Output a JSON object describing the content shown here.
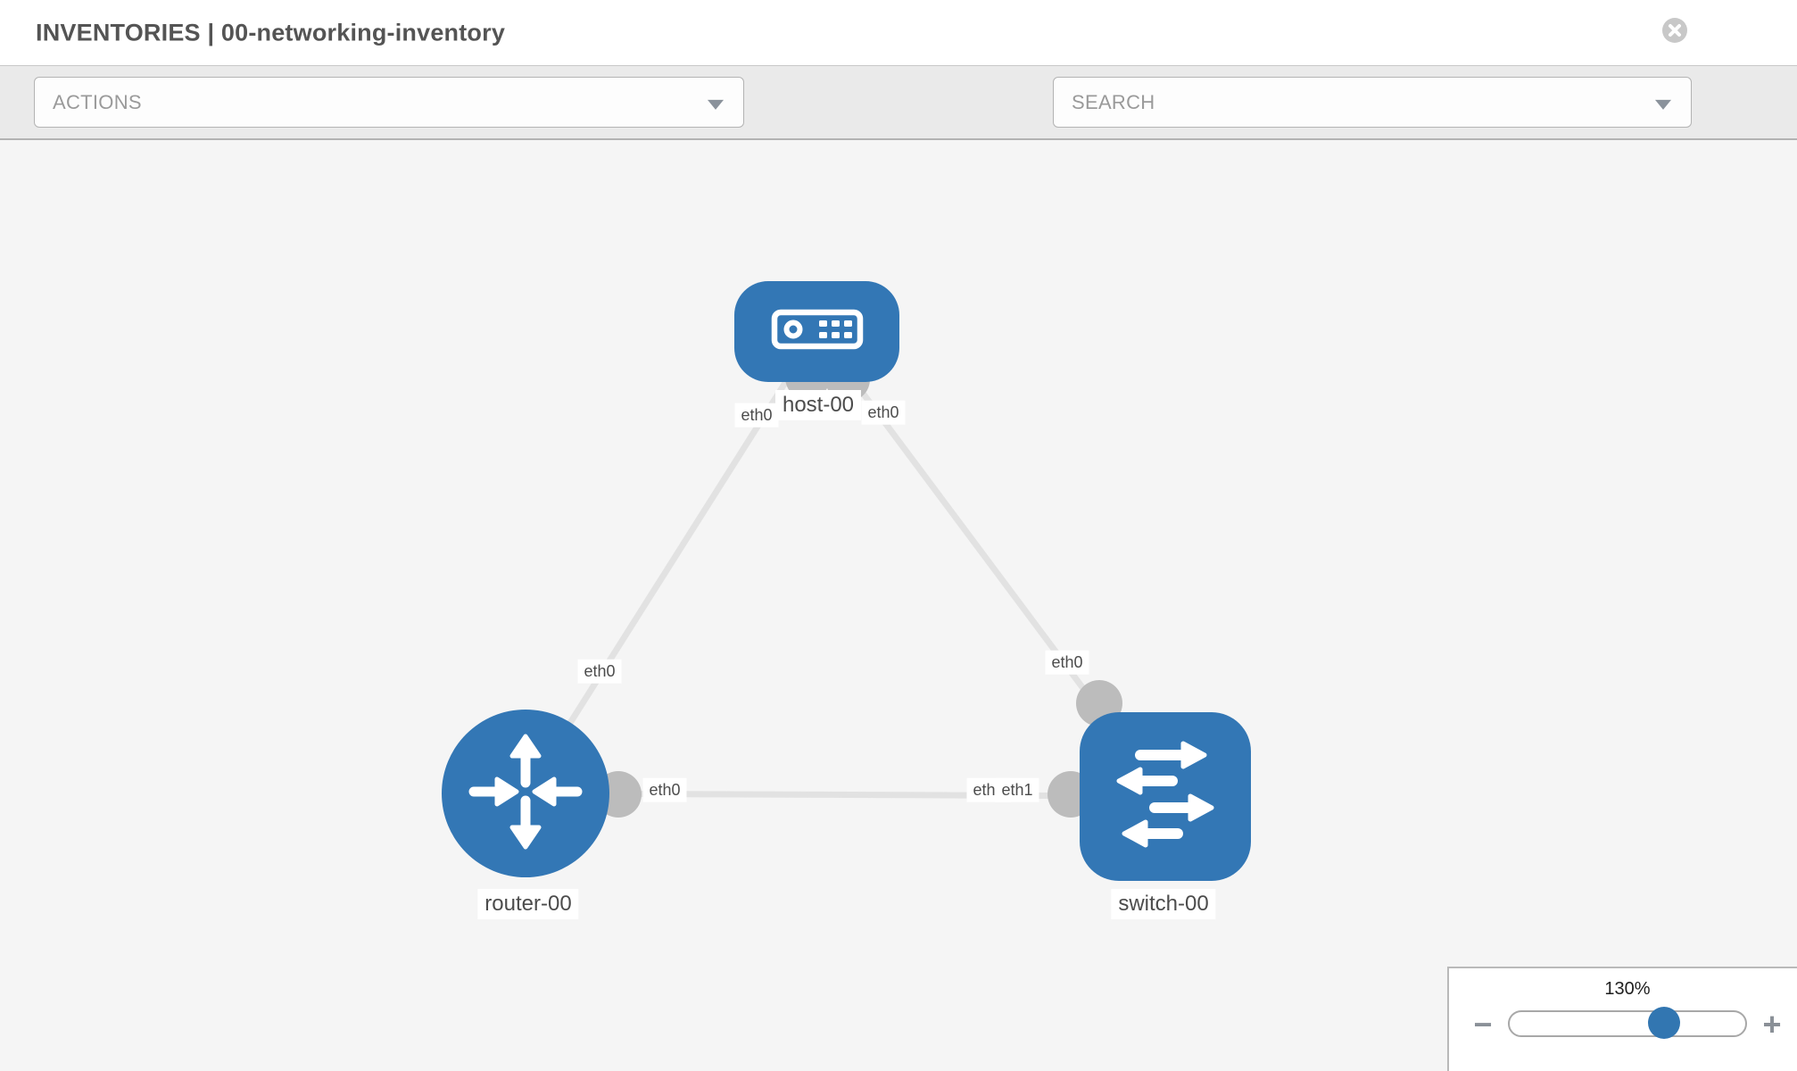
{
  "header": {
    "title": "INVENTORIES | 00-networking-inventory"
  },
  "toolbar": {
    "actions_placeholder": "ACTIONS",
    "search_placeholder": "SEARCH",
    "tool_icons": [
      "wrench-icon",
      "key-icon"
    ]
  },
  "diagram": {
    "nodes": [
      {
        "label": "host-00",
        "type": "host"
      },
      {
        "label": "router-00",
        "type": "router"
      },
      {
        "label": "switch-00",
        "type": "switch"
      }
    ],
    "links": [
      {
        "from": "host-00",
        "to": "router-00",
        "from_interface": "eth0",
        "to_interface": "eth0"
      },
      {
        "from": "host-00",
        "to": "switch-00",
        "from_interface": "eth0",
        "to_interface": "eth0"
      },
      {
        "from": "router-00",
        "to": "switch-00",
        "from_interface": "eth0",
        "to_interface": "eth1"
      }
    ],
    "interface_labels": {
      "host_to_router_host_side": "eth0",
      "host_to_router_router_side": "eth0",
      "host_to_switch_host_side": "eth0",
      "host_to_switch_switch_side": "eth0",
      "router_to_switch_router_side": "eth0",
      "router_to_switch_switch_side_hidden": "eth0",
      "router_to_switch_switch_side": "eth1"
    }
  },
  "zoom_control": {
    "level": "130%",
    "minus_label": "−",
    "plus_label": "+"
  },
  "colors": {
    "node_blue": "#3377b5",
    "link_gray": "#e2e2e2",
    "connector_gray": "#bcbcbc",
    "toolbar_gray": "#eaeaea",
    "canvas_gray": "#f5f5f5"
  }
}
